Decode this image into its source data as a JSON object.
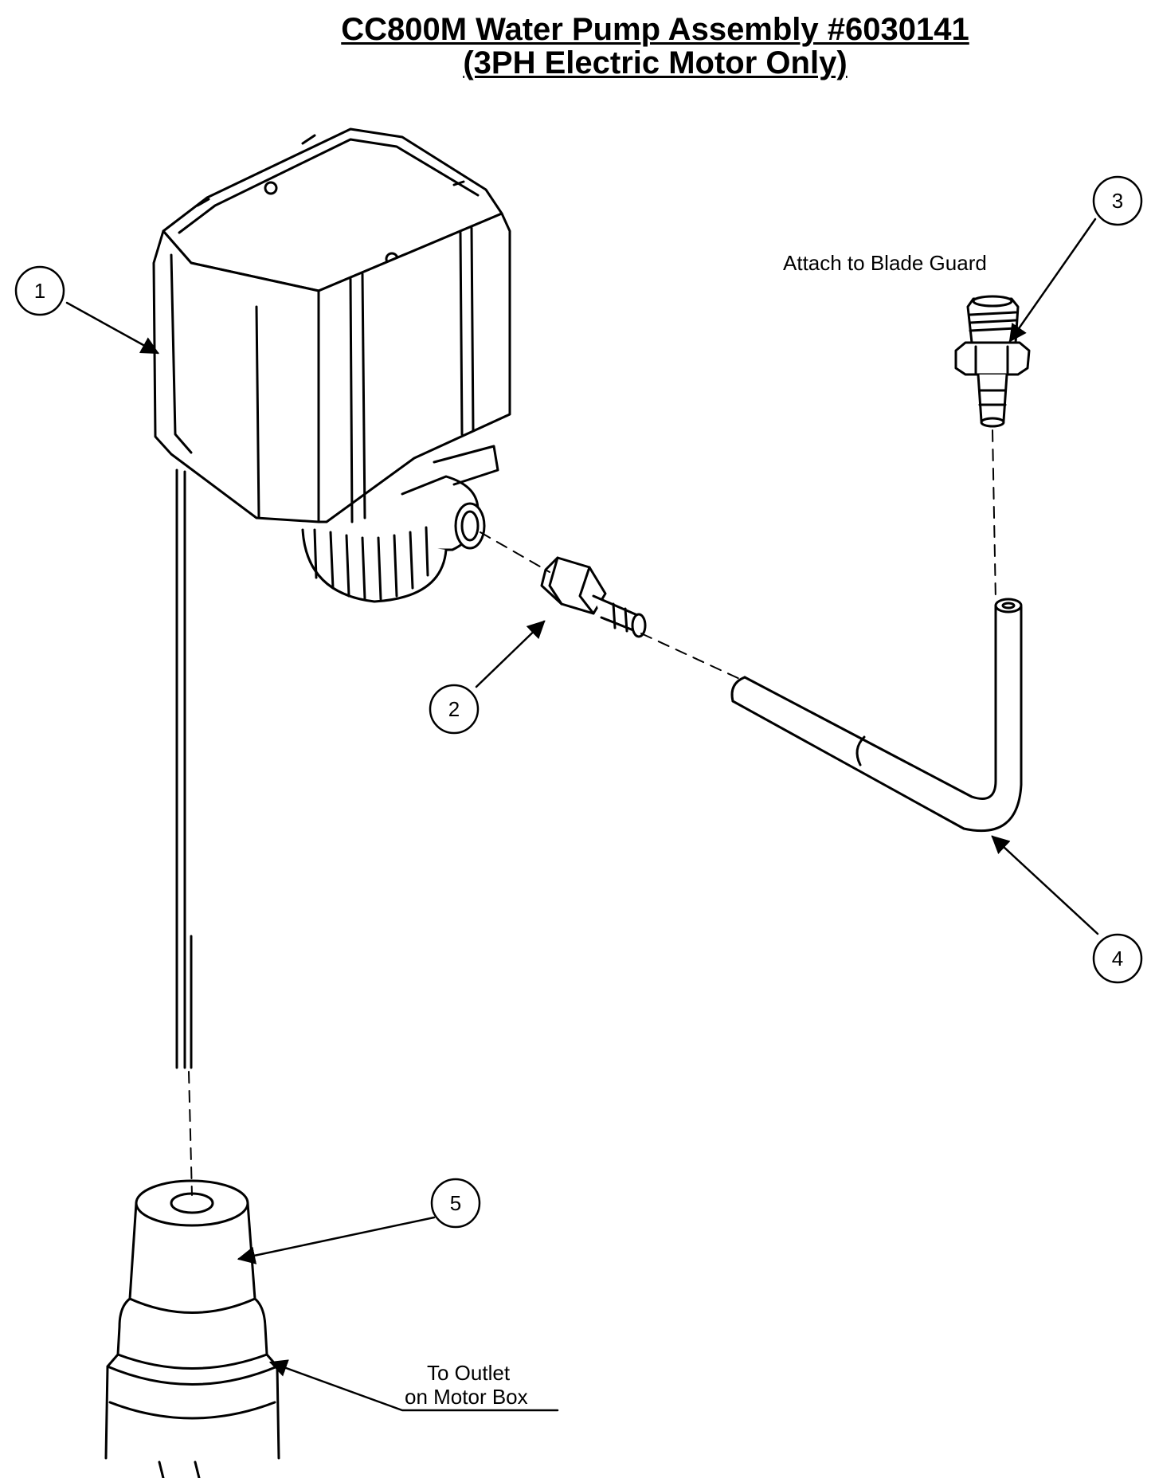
{
  "title": {
    "line1": "CC800M Water Pump Assembly #6030141",
    "line2": "(3PH Electric Motor Only)"
  },
  "callouts": [
    "1",
    "2",
    "3",
    "4",
    "5"
  ],
  "notes": {
    "blade_guard": "Attach to Blade Guard",
    "outlet_line1": "To Outlet",
    "outlet_line2": "on Motor Box"
  }
}
